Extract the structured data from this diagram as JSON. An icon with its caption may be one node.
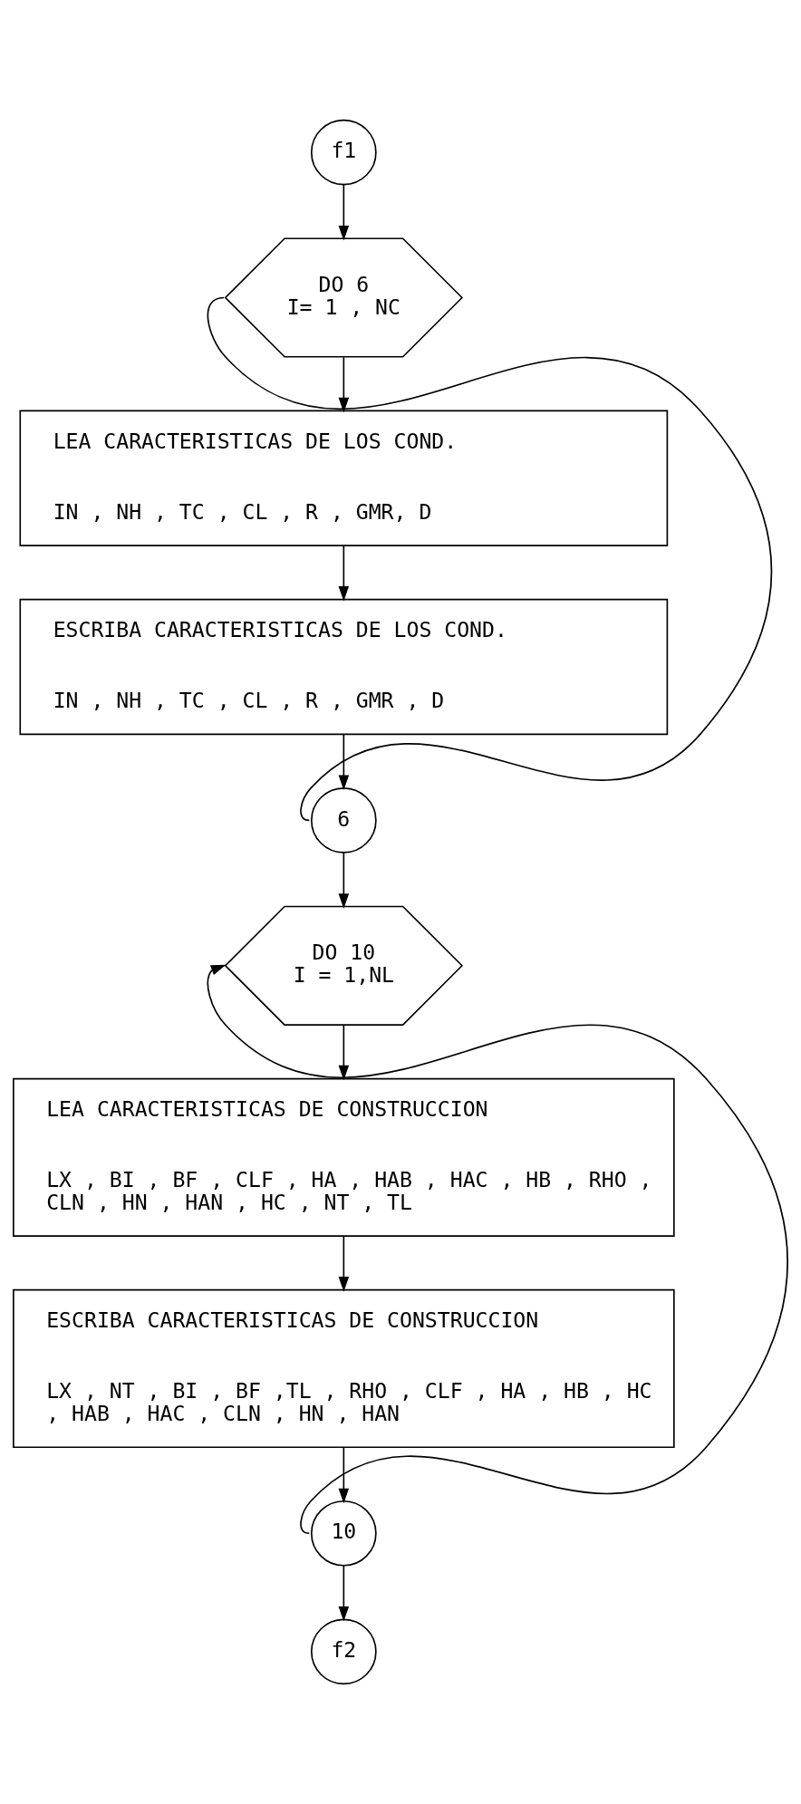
{
  "diagram": {
    "nodes": [
      {
        "text": [
          "f1"
        ]
      },
      {
        "text": [
          "DO 6",
          "I= 1 , NC"
        ]
      },
      {
        "text": [
          "LEA CARACTERISTICAS DE LOS COND.",
          "IN , NH , TC , CL , R , GMR, D"
        ]
      },
      {
        "text": [
          "ESCRIBA CARACTERISTICAS DE LOS COND.",
          "IN , NH , TC , CL , R , GMR , D"
        ]
      },
      {
        "text": [
          "6"
        ]
      },
      {
        "text": [
          "DO 10",
          "I = 1,NL"
        ]
      },
      {
        "text": [
          "LEA CARACTERISTICAS DE CONSTRUCCION",
          "LX , BI , BF , CLF , HA , HAB , HAC , HB , RHO , CLN , HN , HAN , HC , NT , TL"
        ]
      },
      {
        "text": [
          "ESCRIBA CARACTERISTICAS DE CONSTRUCCION",
          "LX , NT , BI , BF ,TL , RHO , CLF , HA , HB , HC , HAB , HAC , CLN , HN , HAN"
        ]
      },
      {
        "text": [
          "10"
        ]
      },
      {
        "text": [
          "f2"
        ]
      }
    ],
    "edges": [
      {
        "from": 0,
        "to": 1,
        "arrow": "to"
      },
      {
        "from": 1,
        "to": 2,
        "arrow": "to"
      },
      {
        "from": 2,
        "to": 3,
        "arrow": "to"
      },
      {
        "from": 3,
        "to": 4,
        "arrow": "to"
      },
      {
        "from": 4,
        "to": 1,
        "arrow": "none"
      },
      {
        "from": 4,
        "to": 5,
        "arrow": "to"
      },
      {
        "from": 5,
        "to": 6,
        "arrow": "to"
      },
      {
        "from": 6,
        "to": 7,
        "arrow": "to"
      },
      {
        "from": 7,
        "to": 8,
        "arrow": "to"
      },
      {
        "from": 8,
        "to": 5,
        "arrow": "to"
      },
      {
        "from": 8,
        "to": 9,
        "arrow": "to"
      }
    ]
  }
}
